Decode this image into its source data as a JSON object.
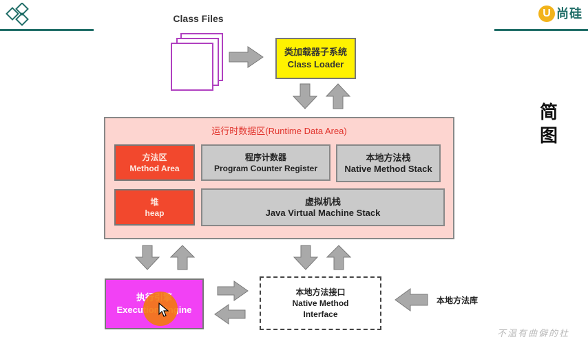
{
  "header": {
    "brand_text": "尚硅",
    "brand_letter": "U",
    "colors": {
      "teal": "#1f6d67",
      "yellow": "#f2b31b"
    }
  },
  "class_files": {
    "label": "Class Files"
  },
  "class_loader": {
    "cn": "类加载器子系统",
    "en": "Class Loader"
  },
  "runtime_data_area": {
    "title": "运行时数据区(Runtime Data Area)",
    "method_area": {
      "cn": "方法区",
      "en": "Method Area"
    },
    "pc_register": {
      "cn": "程序计数器",
      "en": "Program Counter Register"
    },
    "native_method_stack": {
      "cn": "本地方法栈",
      "en": "Native Method Stack"
    },
    "heap": {
      "cn": "堆",
      "en": "heap"
    },
    "jvm_stack": {
      "cn": "虚拟机栈",
      "en": "Java Virtual Machine Stack"
    }
  },
  "execution_engine": {
    "cn": "执行引擎",
    "en": "Execution Engine"
  },
  "native_interface": {
    "cn": "本地方法接口",
    "en_line1": "Native Method",
    "en_line2": "Interface"
  },
  "native_library": {
    "label": "本地方法库"
  },
  "side_title": {
    "line1": "简",
    "line2": "图"
  },
  "watermark": "不温有曲僻的杜",
  "colors": {
    "class_loader": "#fff200",
    "runtime_area": "#fdd5d0",
    "red_box": "#f2482d",
    "gray_box": "#cacaca",
    "execution_engine": "#f241f5",
    "arrow_fill": "#a9a9a9",
    "file_border": "#b040c0"
  }
}
